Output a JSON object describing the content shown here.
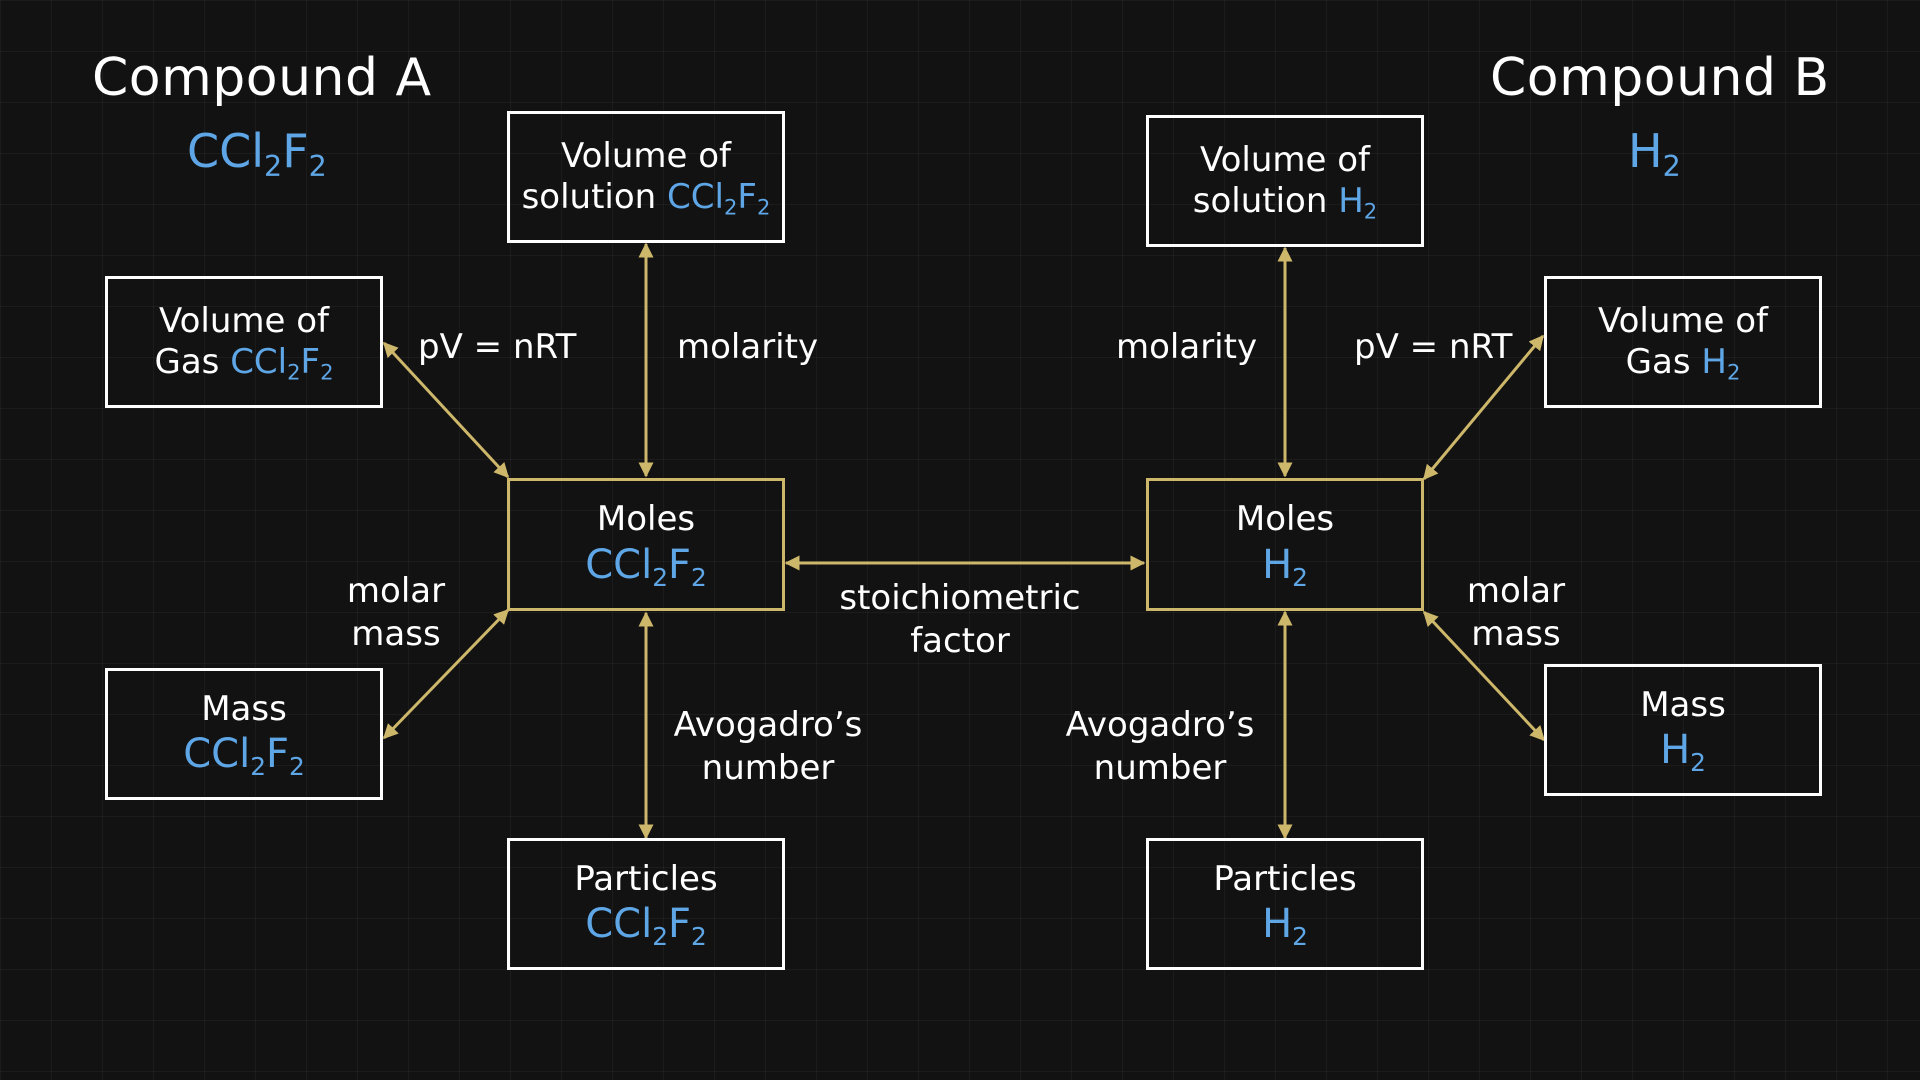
{
  "compound_a": {
    "title": "Compound A",
    "formula": {
      "base1": "CCl",
      "sub1": "2",
      "base2": "F",
      "sub2": "2"
    }
  },
  "compound_b": {
    "title": "Compound B",
    "formula": {
      "base1": "H",
      "sub1": "2"
    }
  },
  "boxes": {
    "a_solution": {
      "line1": "Volume of",
      "line2": "solution"
    },
    "a_gas": {
      "line1": "Volume of",
      "line2": "Gas"
    },
    "a_moles": {
      "line1": "Moles"
    },
    "a_mass": {
      "line1": "Mass"
    },
    "a_particles": {
      "line1": "Particles"
    },
    "b_solution": {
      "line1": "Volume of",
      "line2": "solution"
    },
    "b_gas": {
      "line1": "Volume of",
      "line2": "Gas"
    },
    "b_moles": {
      "line1": "Moles"
    },
    "b_mass": {
      "line1": "Mass"
    },
    "b_particles": {
      "line1": "Particles"
    }
  },
  "labels": {
    "a_gas_law": "pV = nRT",
    "a_molarity": "molarity",
    "a_molar_mass_1": "molar",
    "a_molar_mass_2": "mass",
    "a_avogadro_1": "Avogadro’s",
    "a_avogadro_2": "number",
    "stoich_1": "stoichiometric",
    "stoich_2": "factor",
    "b_molarity": "molarity",
    "b_gas_law": "pV = nRT",
    "b_molar_mass_1": "molar",
    "b_molar_mass_2": "mass",
    "b_avogadro_1": "Avogadro’s",
    "b_avogadro_2": "number"
  },
  "colors": {
    "background": "#121212",
    "text": "#ffffff",
    "formula": "#5ea6e6",
    "arrow": "#cdb76a",
    "box_border": "#ffffff"
  }
}
